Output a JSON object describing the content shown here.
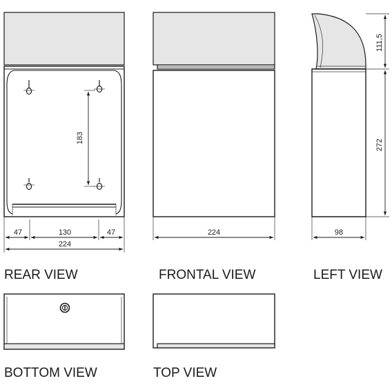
{
  "views": {
    "rear": "REAR VIEW",
    "frontal": "FRONTAL VIEW",
    "left": "LEFT VIEW",
    "bottom": "BOTTOM VIEW",
    "top": "TOP VIEW"
  },
  "dimensions": {
    "rear_left": "47",
    "rear_center": "130",
    "rear_right": "47",
    "rear_total": "224",
    "rear_holes_vertical": "183",
    "front_width": "224",
    "left_depth": "98",
    "left_body_height": "272",
    "left_lid_height": "111,5"
  }
}
